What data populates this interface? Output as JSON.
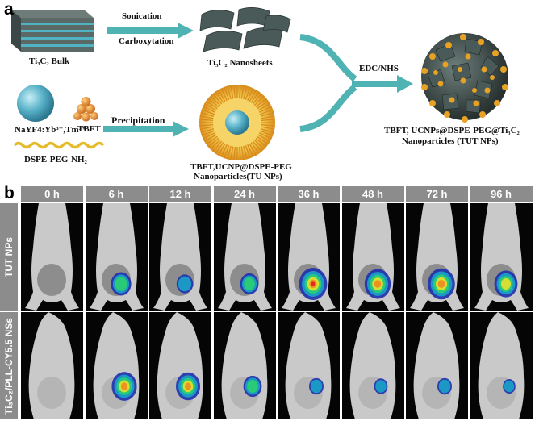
{
  "panel_a": {
    "letter": "a",
    "bulk_label": "Ti₃C₂ Bulk",
    "step1_line1": "Sonication",
    "step1_line2": "Carboxytation",
    "nanosheets_label": "Ti₃C₂ Nanosheets",
    "coupling_label": "EDC/NHS",
    "ucnp_label": "NaYF4:Yb³⁺,Tm³⁺",
    "tbft_label": "TBFT",
    "peg_label": "DSPE-PEG-NH₂",
    "step2_label": "Precipitation",
    "tu_line1": "TBFT,UCNP@DSPE-PEG",
    "tu_line2": "Nanoparticles(TU NPs)",
    "tut_line1": "TBFT, UCNPs@DSPE-PEG@Ti₃C₂",
    "tut_line2": "Nanoparticles (TUT NPs)",
    "colors": {
      "arrow": "#4fb3b4",
      "sheet": "#4a5a58",
      "sphere": "#4aa6bf",
      "dots": "#e7a224",
      "peg": "#e6bb2a"
    }
  },
  "panel_b": {
    "letter": "b",
    "timepoints": [
      "0 h",
      "6 h",
      "12 h",
      "24 h",
      "36 h",
      "48 h",
      "72 h",
      "96 h"
    ],
    "rows": [
      {
        "label": "TUT NPs",
        "intensity": [
          0,
          0.55,
          0.35,
          0.45,
          0.95,
          0.85,
          0.9,
          0.7
        ]
      },
      {
        "label": "Ti₃C₂/PLL-CY5.5 NSs",
        "intensity": [
          0,
          0.8,
          0.75,
          0.45,
          0.25,
          0.2,
          0.25,
          0.15
        ]
      }
    ],
    "colors": {
      "header_bg": "#8c8c8c",
      "row_label_bg": "#8c8c8c"
    }
  }
}
